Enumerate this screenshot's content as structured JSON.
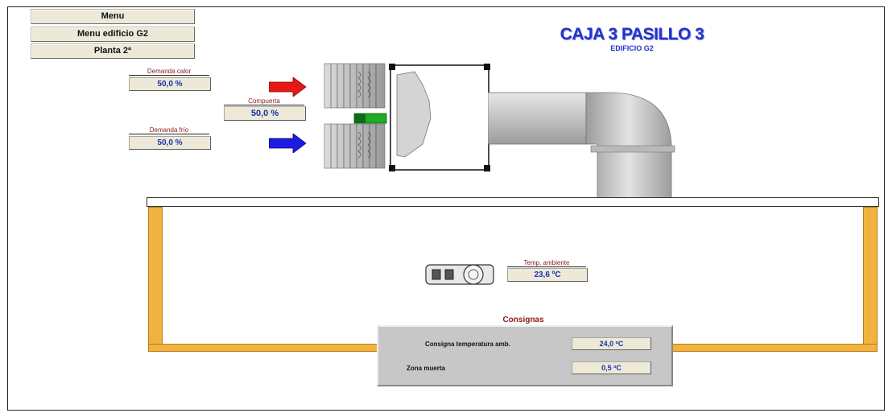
{
  "menu": {
    "menu_label": "Menu",
    "building_menu_label": "Menu edificio G2",
    "floor_label": "Planta 2ª"
  },
  "header": {
    "title": "CAJA 3 PASILLO 3",
    "subtitle": "EDIFICIO G2"
  },
  "readings": {
    "heat_demand_label": "Demanda calor",
    "heat_demand_value": "50,0 %",
    "damper_label": "Compuerta",
    "damper_value": "50,0 %",
    "cold_demand_label": "Demanda frío",
    "cold_demand_value": "50,0 %",
    "room_temp_label": "Temp. ambiente",
    "room_temp_value": "23,6 ºC"
  },
  "setpoints": {
    "title": "Consignas",
    "temp_setpoint_label": "Consigna temperatura amb.",
    "temp_setpoint_value": "24,0 ºC",
    "dead_zone_label": "Zona muerta",
    "dead_zone_value": "0,5 ºC"
  },
  "colors": {
    "heat_arrow": "#e81818",
    "cold_arrow": "#1c1ce0",
    "wall": "#f2b23f",
    "title": "#2233cc",
    "value_text": "#1c2fb3"
  }
}
